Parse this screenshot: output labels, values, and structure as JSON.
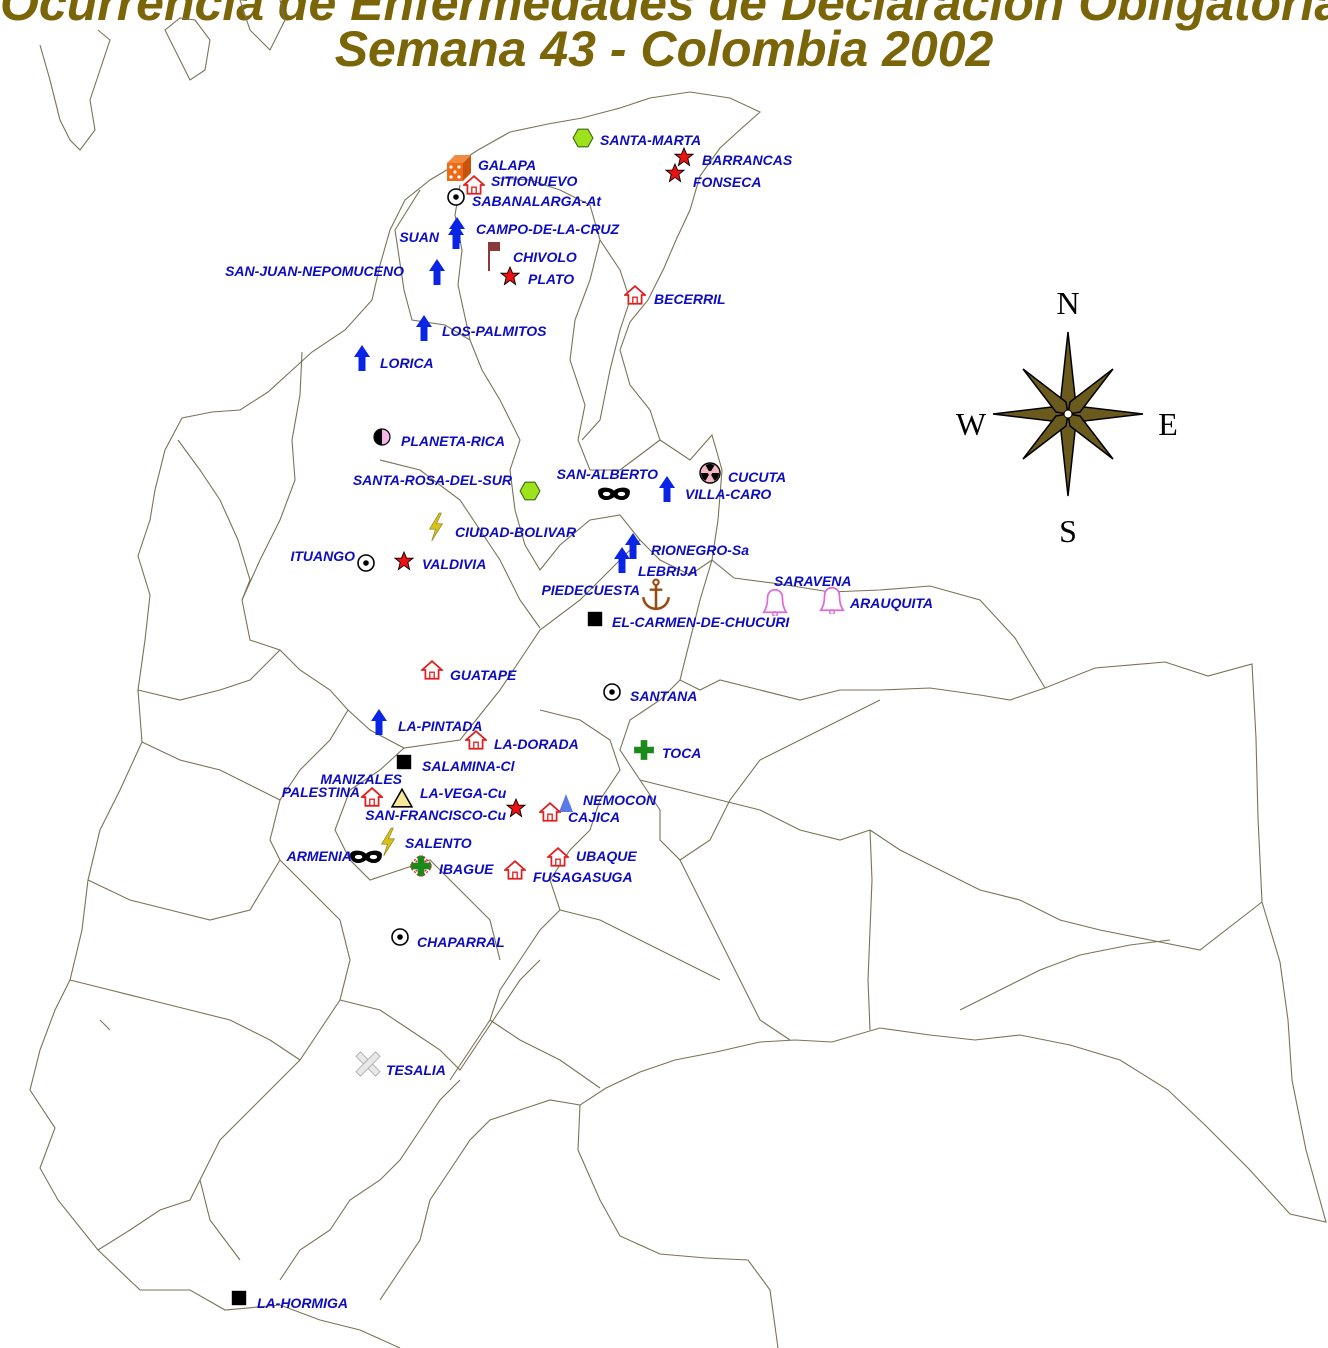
{
  "title": {
    "line1": "Ocurrencia de Enfermedades de Declaración Obligatoria",
    "line2": "Semana 43 - Colombia 2002"
  },
  "colors": {
    "title": "#7a6508",
    "label": "#0d0dbf",
    "border": "#7a7258",
    "compass_fill": "#6b5a1e"
  },
  "compass": {
    "n": "N",
    "s": "S",
    "e": "E",
    "w": "W"
  },
  "places": [
    {
      "name": "SANTA-MARTA",
      "icon": "hexagon-icon"
    },
    {
      "name": "GALAPA",
      "icon": "dice-icon"
    },
    {
      "name": "BARRANCAS",
      "icon": "star-icon"
    },
    {
      "name": "FONSECA",
      "icon": "star-icon"
    },
    {
      "name": "SITIONUEVO",
      "icon": "house-icon"
    },
    {
      "name": "SABANALARGA-At",
      "icon": "target-icon"
    },
    {
      "name": "CAMPO-DE-LA-CRUZ",
      "icon": "arrow-up-icon"
    },
    {
      "name": "SUAN",
      "icon": "arrow-up-icon"
    },
    {
      "name": "CHIVOLO",
      "icon": "flag-icon"
    },
    {
      "name": "PLATO",
      "icon": "star-icon"
    },
    {
      "name": "SAN-JUAN-NEPOMUCENO",
      "icon": "arrow-up-icon"
    },
    {
      "name": "BECERRIL",
      "icon": "house-icon"
    },
    {
      "name": "LOS-PALMITOS",
      "icon": "arrow-up-icon"
    },
    {
      "name": "LORICA",
      "icon": "arrow-up-icon"
    },
    {
      "name": "PLANETA-RICA",
      "icon": "half-circle-icon"
    },
    {
      "name": "SAN-ALBERTO",
      "icon": "mask-icon"
    },
    {
      "name": "CUCUTA",
      "icon": "radiation-icon"
    },
    {
      "name": "SANTA-ROSA-DEL-SUR",
      "icon": "hexagon-icon"
    },
    {
      "name": "VILLA-CARO",
      "icon": "arrow-up-icon"
    },
    {
      "name": "CIUDAD-BOLIVAR",
      "icon": "lightning-icon"
    },
    {
      "name": "ITUANGO",
      "icon": "target-icon"
    },
    {
      "name": "VALDIVIA",
      "icon": "star-icon"
    },
    {
      "name": "RIONEGRO-Sa",
      "icon": "arrow-up-icon"
    },
    {
      "name": "LEBRIJA",
      "icon": "arrow-up-icon"
    },
    {
      "name": "PIEDECUESTA",
      "icon": "anchor-icon"
    },
    {
      "name": "SARAVENA",
      "icon": "bell-icon"
    },
    {
      "name": "ARAUQUITA",
      "icon": "bell-icon"
    },
    {
      "name": "EL-CARMEN-DE-CHUCURI",
      "icon": "square-icon"
    },
    {
      "name": "GUATAPE",
      "icon": "house-icon"
    },
    {
      "name": "SANTANA",
      "icon": "target-icon"
    },
    {
      "name": "LA-PINTADA",
      "icon": "arrow-up-icon"
    },
    {
      "name": "LA-DORADA",
      "icon": "house-icon"
    },
    {
      "name": "TOCA",
      "icon": "cross-icon"
    },
    {
      "name": "SALAMINA-Cl",
      "icon": "square-icon"
    },
    {
      "name": "MANIZALES",
      "icon": "house-icon"
    },
    {
      "name": "PALESTINA",
      "icon": "house-icon"
    },
    {
      "name": "LA-VEGA-Cu",
      "icon": "triangle-icon"
    },
    {
      "name": "NEMOCON",
      "icon": "north-arrow-icon"
    },
    {
      "name": "SAN-FRANCISCO-Cu",
      "icon": "star-icon"
    },
    {
      "name": "CAJICA",
      "icon": "house-icon"
    },
    {
      "name": "SALENTO",
      "icon": "lightning-icon"
    },
    {
      "name": "ARMENIA",
      "icon": "mask-icon"
    },
    {
      "name": "UBAQUE",
      "icon": "house-icon"
    },
    {
      "name": "IBAGUE",
      "icon": "cross-icon"
    },
    {
      "name": "FUSAGASUGA",
      "icon": "house-icon"
    },
    {
      "name": "CHAPARRAL",
      "icon": "target-icon"
    },
    {
      "name": "TESALIA",
      "icon": "crossing-sign-icon"
    },
    {
      "name": "LA-HORMIGA",
      "icon": "square-icon"
    }
  ]
}
